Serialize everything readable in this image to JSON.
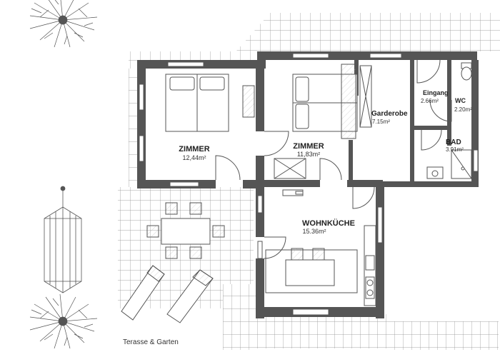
{
  "colors": {
    "wall": "#555555",
    "line": "#666666",
    "hatch": "#9a9a9a",
    "paving": "#7a7a7a"
  },
  "rooms": [
    {
      "id": "zimmer1",
      "name": "ZIMMER",
      "area": "12,44m²"
    },
    {
      "id": "zimmer2",
      "name": "ZIMMER",
      "area": "11,83m²"
    },
    {
      "id": "garderobe",
      "name": "Garderobe",
      "area": "7.15m²"
    },
    {
      "id": "eingang",
      "name": "Eingang",
      "area": "2.66m²"
    },
    {
      "id": "wc",
      "name": "WC",
      "area": "2.20m²"
    },
    {
      "id": "bad",
      "name": "BAD",
      "area": "3.91m²"
    },
    {
      "id": "wohnkueche",
      "name": "WOHNKÜCHE",
      "area": "15.36m²"
    }
  ],
  "terrace_label": "Terasse & Garten",
  "icons": [
    "tree-icon",
    "lantern-icon",
    "bed-icon",
    "sun-lounger-icon",
    "chair-icon",
    "table-icon",
    "toilet-icon",
    "shower-icon",
    "sink-icon",
    "stove-icon",
    "bar-stool-icon"
  ]
}
